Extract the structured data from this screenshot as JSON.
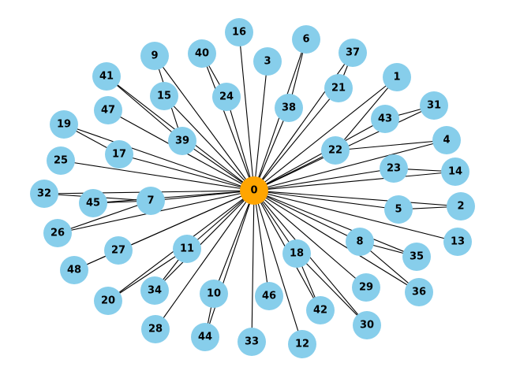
{
  "graph": {
    "hub": {
      "id": "0",
      "color": "#FFA500"
    },
    "leaf_color": "#87CEEB",
    "leaves": [
      "16",
      "6",
      "3",
      "37",
      "40",
      "9",
      "21",
      "1",
      "38",
      "24",
      "15",
      "41",
      "31",
      "47",
      "43",
      "19",
      "22",
      "17",
      "39",
      "4",
      "25",
      "23",
      "14",
      "32",
      "45",
      "7",
      "5",
      "2",
      "26",
      "13",
      "27",
      "11",
      "35",
      "8",
      "18",
      "48",
      "29",
      "36",
      "46",
      "10",
      "34",
      "20",
      "42",
      "30",
      "28",
      "44",
      "33",
      "12"
    ],
    "edges": [
      [
        "0",
        "16"
      ],
      [
        "0",
        "6"
      ],
      [
        "0",
        "3"
      ],
      [
        "0",
        "37"
      ],
      [
        "0",
        "40"
      ],
      [
        "0",
        "9"
      ],
      [
        "0",
        "21"
      ],
      [
        "0",
        "1"
      ],
      [
        "0",
        "38"
      ],
      [
        "0",
        "24"
      ],
      [
        "0",
        "15"
      ],
      [
        "0",
        "41"
      ],
      [
        "0",
        "31"
      ],
      [
        "0",
        "47"
      ],
      [
        "0",
        "43"
      ],
      [
        "0",
        "19"
      ],
      [
        "0",
        "22"
      ],
      [
        "0",
        "17"
      ],
      [
        "0",
        "39"
      ],
      [
        "0",
        "4"
      ],
      [
        "0",
        "25"
      ],
      [
        "0",
        "23"
      ],
      [
        "0",
        "14"
      ],
      [
        "0",
        "32"
      ],
      [
        "0",
        "45"
      ],
      [
        "0",
        "7"
      ],
      [
        "0",
        "5"
      ],
      [
        "0",
        "2"
      ],
      [
        "0",
        "26"
      ],
      [
        "0",
        "13"
      ],
      [
        "0",
        "27"
      ],
      [
        "0",
        "11"
      ],
      [
        "0",
        "35"
      ],
      [
        "0",
        "8"
      ],
      [
        "0",
        "18"
      ],
      [
        "0",
        "48"
      ],
      [
        "0",
        "29"
      ],
      [
        "0",
        "36"
      ],
      [
        "0",
        "46"
      ],
      [
        "0",
        "10"
      ],
      [
        "0",
        "34"
      ],
      [
        "0",
        "20"
      ],
      [
        "0",
        "42"
      ],
      [
        "0",
        "30"
      ],
      [
        "0",
        "28"
      ],
      [
        "0",
        "44"
      ],
      [
        "0",
        "33"
      ],
      [
        "0",
        "12"
      ],
      [
        "43",
        "31"
      ],
      [
        "22",
        "4"
      ],
      [
        "23",
        "14"
      ],
      [
        "7",
        "45"
      ],
      [
        "7",
        "32"
      ],
      [
        "5",
        "2"
      ],
      [
        "7",
        "26"
      ],
      [
        "27",
        "48"
      ],
      [
        "11",
        "20"
      ],
      [
        "11",
        "34"
      ],
      [
        "8",
        "35"
      ],
      [
        "8",
        "36"
      ],
      [
        "18",
        "42"
      ],
      [
        "18",
        "30"
      ],
      [
        "10",
        "44"
      ],
      [
        "21",
        "37"
      ],
      [
        "38",
        "6"
      ],
      [
        "24",
        "40"
      ],
      [
        "39",
        "9"
      ],
      [
        "39",
        "41"
      ],
      [
        "17",
        "19"
      ],
      [
        "22",
        "1"
      ]
    ]
  }
}
